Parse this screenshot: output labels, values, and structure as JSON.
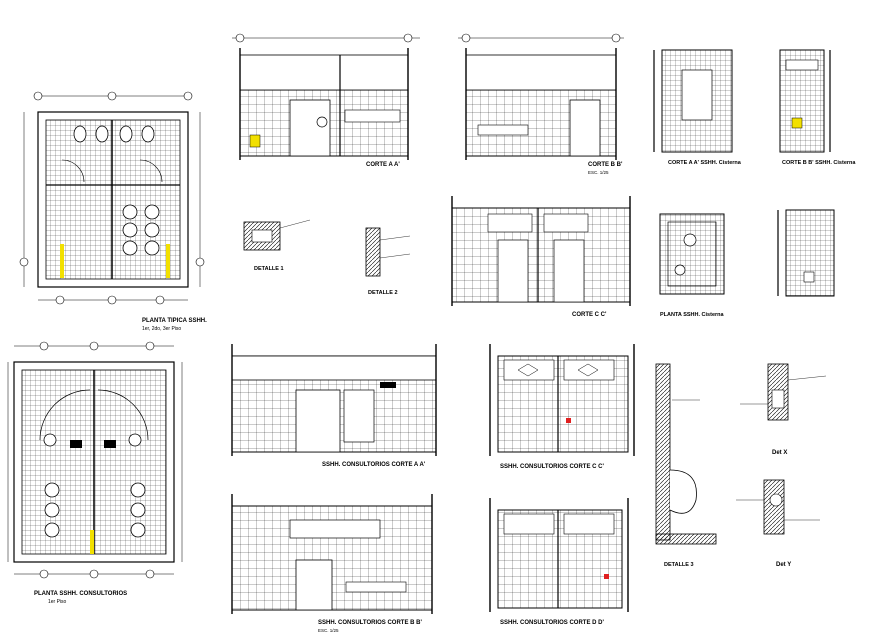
{
  "drawing_sheet": {
    "labels": {
      "planta_tipica": "PLANTA TIPICA  SSHH.",
      "planta_tipica_sub": "1er, 2do, 3er Piso",
      "planta_consultorios": "PLANTA SSHH. CONSULTORIOS",
      "planta_consultorios_sub": "1er Piso",
      "corte_a": "CORTE A  A'",
      "corte_b": "CORTE B  B'",
      "corte_a_cisterna": "CORTE A  A' SSHH. Cisterna",
      "corte_b_cisterna": "CORTE B  B' SSHH. Cisterna",
      "corte_c": "CORTE C  C'",
      "planta_cisterna": "PLANTA SSHH. Cisterna",
      "detalle_1": "DETALLE 1",
      "detalle_2": "DETALLE 2",
      "detalle_3": "DETALLE 3",
      "consultorios_a": "SSHH. CONSULTORIOS CORTE A  A'",
      "consultorios_c": "SSHH. CONSULTORIOS CORTE C  C'",
      "consultorios_b": "SSHH. CONSULTORIOS CORTE B  B'",
      "consultorios_d": "SSHH. CONSULTORIOS CORTE D  D'",
      "det_x": "Det X",
      "det_y": "Det Y",
      "scale": "ESC. 1/25"
    },
    "colors": {
      "line": "#000000",
      "accent_yellow": "#f2e000",
      "accent_red": "#e02020"
    }
  }
}
